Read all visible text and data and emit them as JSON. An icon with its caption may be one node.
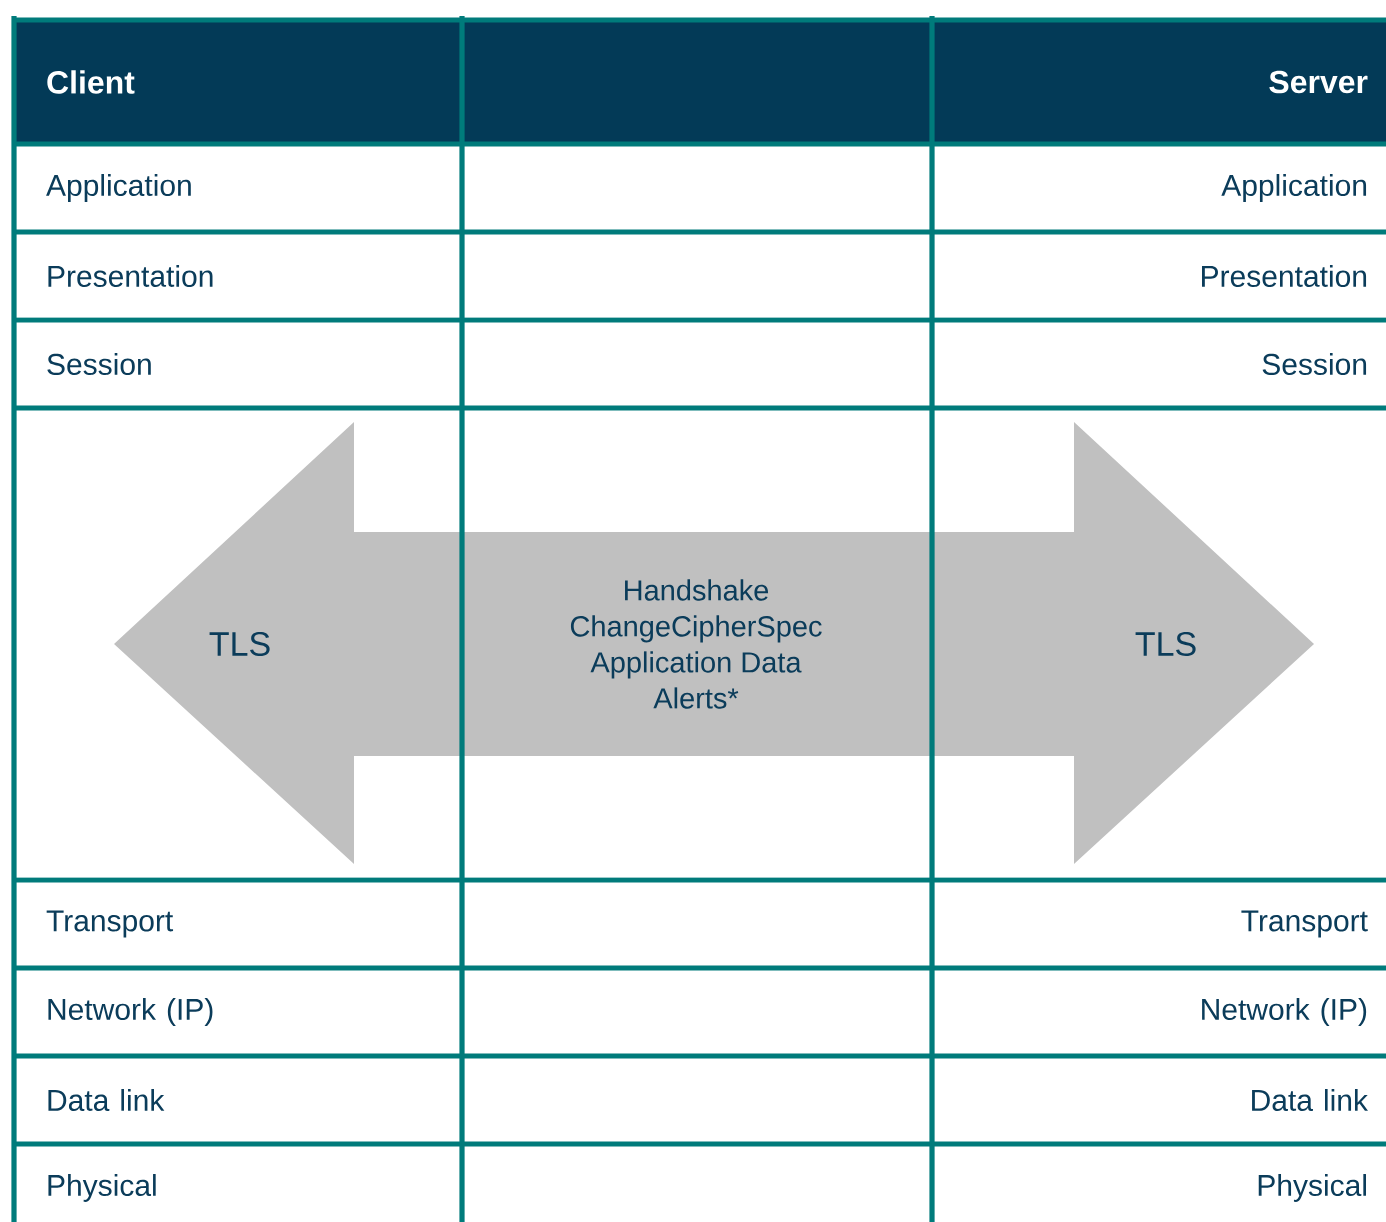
{
  "diagram": {
    "nodes": [
      {
        "text": [
          "Client"
        ]
      },
      {
        "text": [],
        "shape": "box"
      },
      {
        "text": [
          "Server"
        ]
      },
      {
        "text": [
          "Application"
        ]
      },
      {
        "text": [
          "Application"
        ]
      },
      {
        "text": [
          "Presentation"
        ]
      },
      {
        "text": [
          "Presentation"
        ]
      },
      {
        "text": [
          "Session"
        ]
      },
      {
        "text": [
          "Session"
        ]
      },
      {
        "text": [
          "TLS",
          "Handshake ChangeCipherSpec Application Data Alerts*",
          "TLS"
        ]
      },
      {
        "text": [
          "Transport"
        ]
      },
      {
        "text": [
          "Transport"
        ]
      },
      {
        "text": [
          "Network (IP)"
        ]
      },
      {
        "text": [
          "Network (IP)"
        ]
      },
      {
        "text": [
          "Data link"
        ]
      },
      {
        "text": [
          "Data link"
        ]
      },
      {
        "text": [
          "Physical"
        ]
      },
      {
        "text": [
          "Physical"
        ]
      }
    ]
  }
}
